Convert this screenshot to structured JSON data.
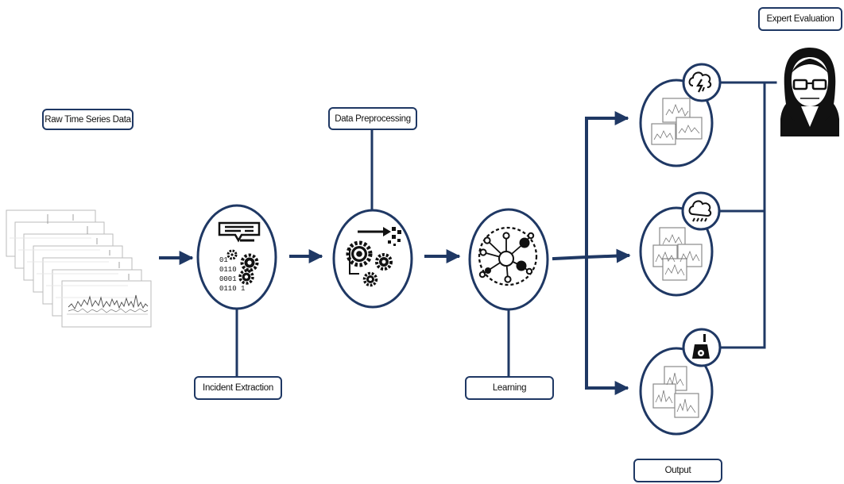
{
  "labels": {
    "raw_data": "Raw Time Series Data",
    "data_preprocessing": "Data Preprocessing",
    "incident_extraction": "Incident Extraction",
    "learning": "Learning",
    "output": "Output",
    "expert_evaluation": "Expert Evaluation"
  },
  "binary_lines": [
    "01",
    "0110",
    "0001",
    "0110 1"
  ],
  "colors": {
    "line": "#1f3864",
    "icon": "#111111"
  },
  "icons": {
    "raw_data": "stacked-chart-documents-icon",
    "incident_extraction": "binary-gears-icon",
    "data_preprocessing": "gears-arrow-icon",
    "learning": "neural-network-icon",
    "output_1": "thunderstorm-icon",
    "output_2": "rain-icon",
    "output_3": "power-plant-icon",
    "expert": "expert-woman-icon"
  }
}
